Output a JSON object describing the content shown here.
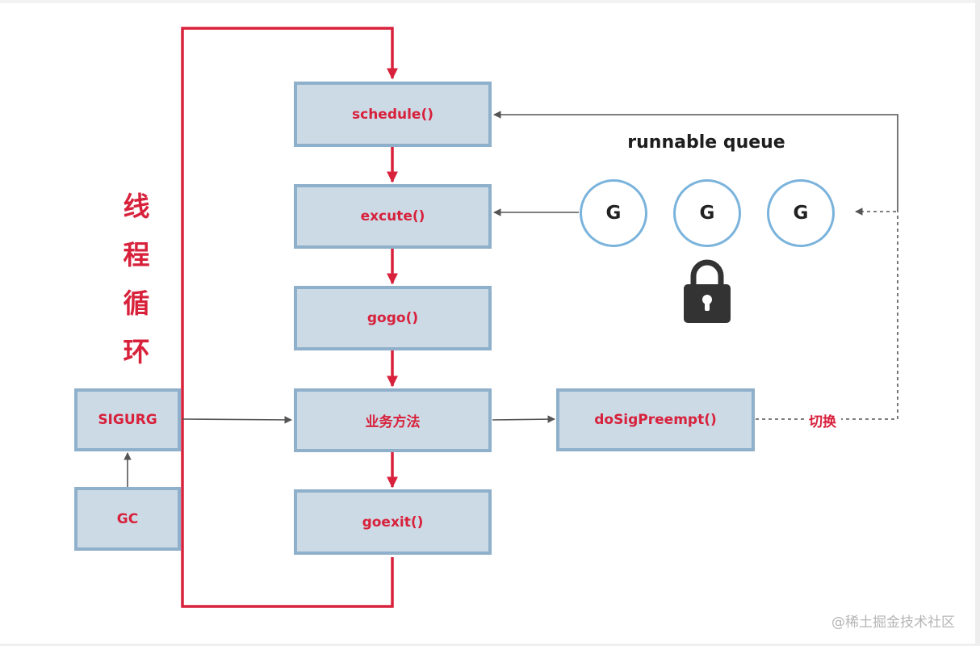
{
  "diagram": {
    "boxes": {
      "schedule": "schedule()",
      "excute": "excute()",
      "gogo": "gogo()",
      "business": "业务方法",
      "goexit": "goexit()",
      "sigurg": "SIGURG",
      "gc": "GC",
      "dosigpreempt": "doSigPreempt()"
    },
    "queue_title": "runnable queue",
    "goroutines": [
      "G",
      "G",
      "G"
    ],
    "thread_loop_chars": [
      "线",
      "程",
      "循",
      "环"
    ],
    "switch_label": "切换",
    "watermark": "@稀土掘金技术社区",
    "icons": {
      "lock": "lock-icon"
    },
    "colors": {
      "accent_red": "#d8213b",
      "box_fill": "#ccdae6",
      "box_border": "#8fb0cb",
      "circle_border": "#7ab3dc",
      "arrow_gray": "#555555"
    }
  }
}
